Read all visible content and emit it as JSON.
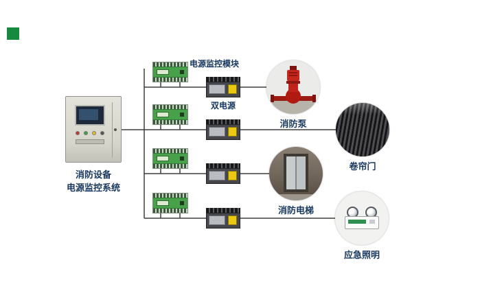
{
  "cabinet": {
    "label_line1": "消防设备",
    "label_line2": "电源监控系统"
  },
  "labels": {
    "module": "电源监控模块",
    "dual_power": "双电源"
  },
  "equipment": [
    {
      "id": "fire-pump",
      "label": "消防泵"
    },
    {
      "id": "roller-shutter-door",
      "label": "卷帘门"
    },
    {
      "id": "fire-elevator",
      "label": "消防电梯"
    },
    {
      "id": "emergency-lighting",
      "label": "应急照明"
    }
  ],
  "colors": {
    "label_text": "#17375e",
    "wire": "#3f3f3f",
    "module_green": "#49a04b",
    "switch_yellow": "#e9c80e",
    "pump_red": "#c0251c",
    "corner_green": "#178a3d"
  }
}
